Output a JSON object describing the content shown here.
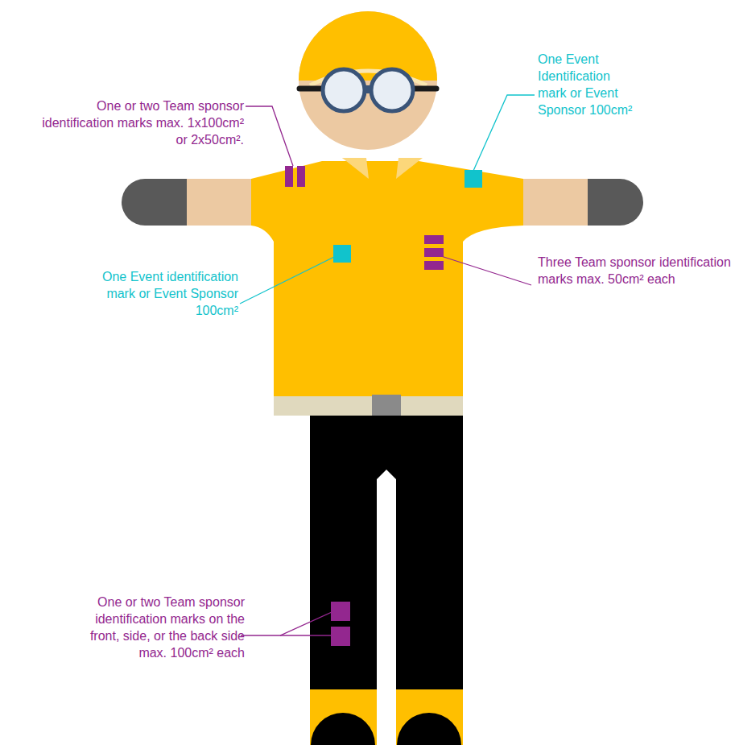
{
  "diagram": {
    "labels": [
      "One or two Team sponsor identification marks max. 1x100cm² or 2x50cm².",
      "One Event Identification mark or Event Sponsor 100cm²",
      "One Event identification mark or Event Sponsor 100cm²",
      "Three Team sponsor identification marks max. 50cm² each",
      "One or two Team sponsor identification marks on the front, side, or the back side max. 100cm² each"
    ]
  }
}
